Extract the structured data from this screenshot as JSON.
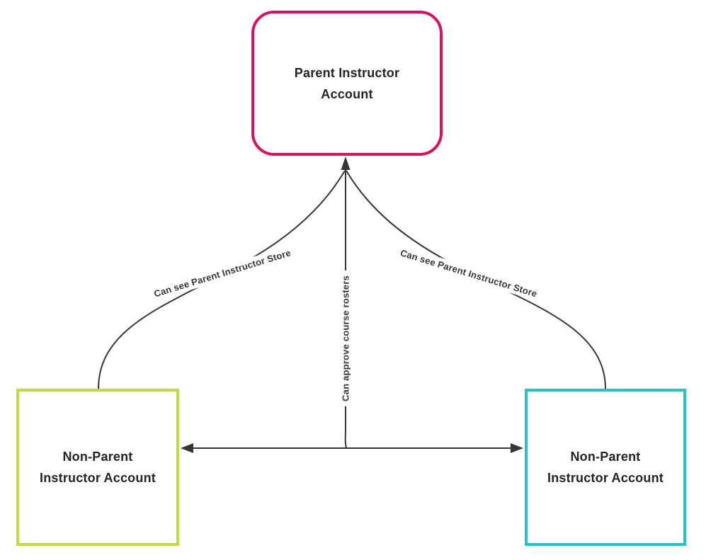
{
  "colors": {
    "canvas-bg": "#ffffff",
    "node-parent": "#d8105f",
    "node-left": "#c3db3e",
    "node-right": "#1fc4cd",
    "line": "#33373d",
    "node-text": "#212529",
    "label-text": "#33363a"
  },
  "nodes": {
    "parent": {
      "lines": [
        "Parent Instructor",
        "Account"
      ]
    },
    "left": {
      "lines": [
        "Non-Parent",
        "Instructor Account"
      ]
    },
    "right": {
      "lines": [
        "Non-Parent",
        "Instructor Account"
      ]
    }
  },
  "edges": {
    "left_to_parent": {
      "label": "Can see Parent Instructor Store"
    },
    "center_to_parent": {
      "label": "Can approve course rosters"
    },
    "right_to_parent": {
      "label": "Can see Parent Instructor Store"
    },
    "left_to_right": {
      "label": ""
    }
  }
}
